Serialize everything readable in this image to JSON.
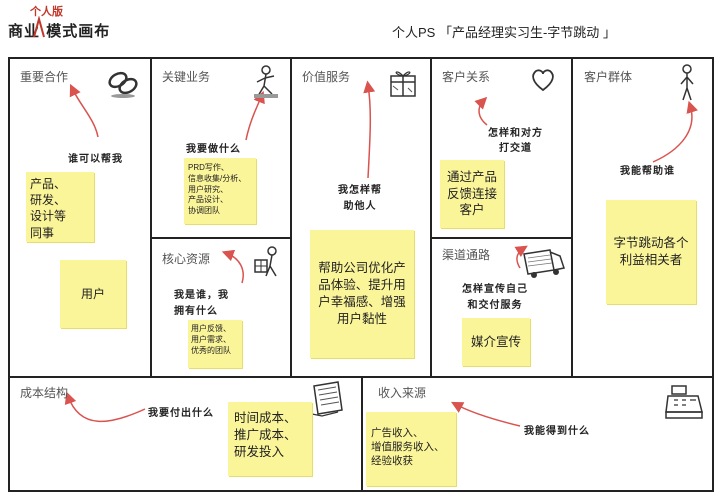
{
  "header": {
    "title": "商业 模式画布",
    "title_insert": "个人版",
    "subtitle": "个人PS 「产品经理实习生-字节跳动 」"
  },
  "cells": {
    "key_partners": {
      "label": "重要合作",
      "prompt": "谁可以帮我",
      "notes": [
        "产品、\n研发、\n设计等\n同事",
        "用户"
      ]
    },
    "key_activities": {
      "label": "关键业务",
      "prompt": "我要做什么",
      "notes": [
        "PRD写作、\n信息收集/分析、\n用户研究、\n产品设计、\n协调团队"
      ]
    },
    "key_resources": {
      "label": "核心资源",
      "prompt": "我是谁，我\n拥有什么",
      "notes": [
        "用户反馈、\n用户需求、\n优秀的团队"
      ]
    },
    "value_propositions": {
      "label": "价值服务",
      "prompt": "我怎样帮\n助他人",
      "notes": [
        "帮助公司优化产\n品体验、提升用\n户幸福感、增强\n用户黏性"
      ]
    },
    "customer_relationships": {
      "label": "客户关系",
      "prompt": "怎样和对方\n打交道",
      "notes": [
        "通过产品\n反馈连接\n客户"
      ]
    },
    "channels": {
      "label": "渠道通路",
      "prompt": "怎样宣传自己\n和交付服务",
      "notes": [
        "媒介宣传"
      ]
    },
    "customer_segments": {
      "label": "客户群体",
      "prompt": "我能帮助谁",
      "notes": [
        "字节跳动各个\n利益相关者"
      ]
    },
    "cost_structure": {
      "label": "成本结构",
      "prompt": "我要付出什么",
      "notes": [
        "时间成本、\n推广成本、\n研发投入"
      ]
    },
    "revenue_streams": {
      "label": "收入来源",
      "prompt": "我能得到什么",
      "notes": [
        "广告收入、\n增值服务收入、\n经验收获"
      ]
    }
  },
  "icons": {
    "key_partners": "chain-link-icon",
    "key_activities": "worker-icon",
    "key_resources": "person-with-crate-icon",
    "value_propositions": "gift-box-icon",
    "customer_relationships": "heart-icon",
    "channels": "delivery-truck-icon",
    "customer_segments": "person-icon",
    "cost_structure": "receipt-icon",
    "revenue_streams": "cash-register-icon"
  },
  "colors": {
    "note": "#fbf59a",
    "arrow": "#d9534f",
    "title_insert": "#c0392b"
  }
}
